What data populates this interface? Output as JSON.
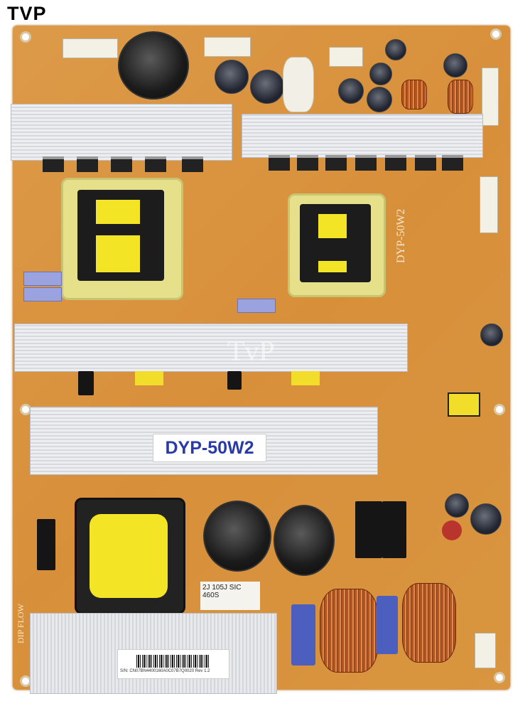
{
  "logo": "TVP",
  "watermark": "TvP",
  "board": {
    "model_label": "DYP-50W2",
    "silkscreen_model": "DYP-50W2",
    "silkscreen_flow": "DIP FLOW",
    "component_label": "2J 105J SIC 460S",
    "barcode_text": "S/N: CN07BN4400160A0C07B7Q0020   Rev 1.2"
  },
  "colors": {
    "pcb": "#d9923f",
    "heatsink": "#dcdee2",
    "label_text": "#2a3aa8"
  }
}
